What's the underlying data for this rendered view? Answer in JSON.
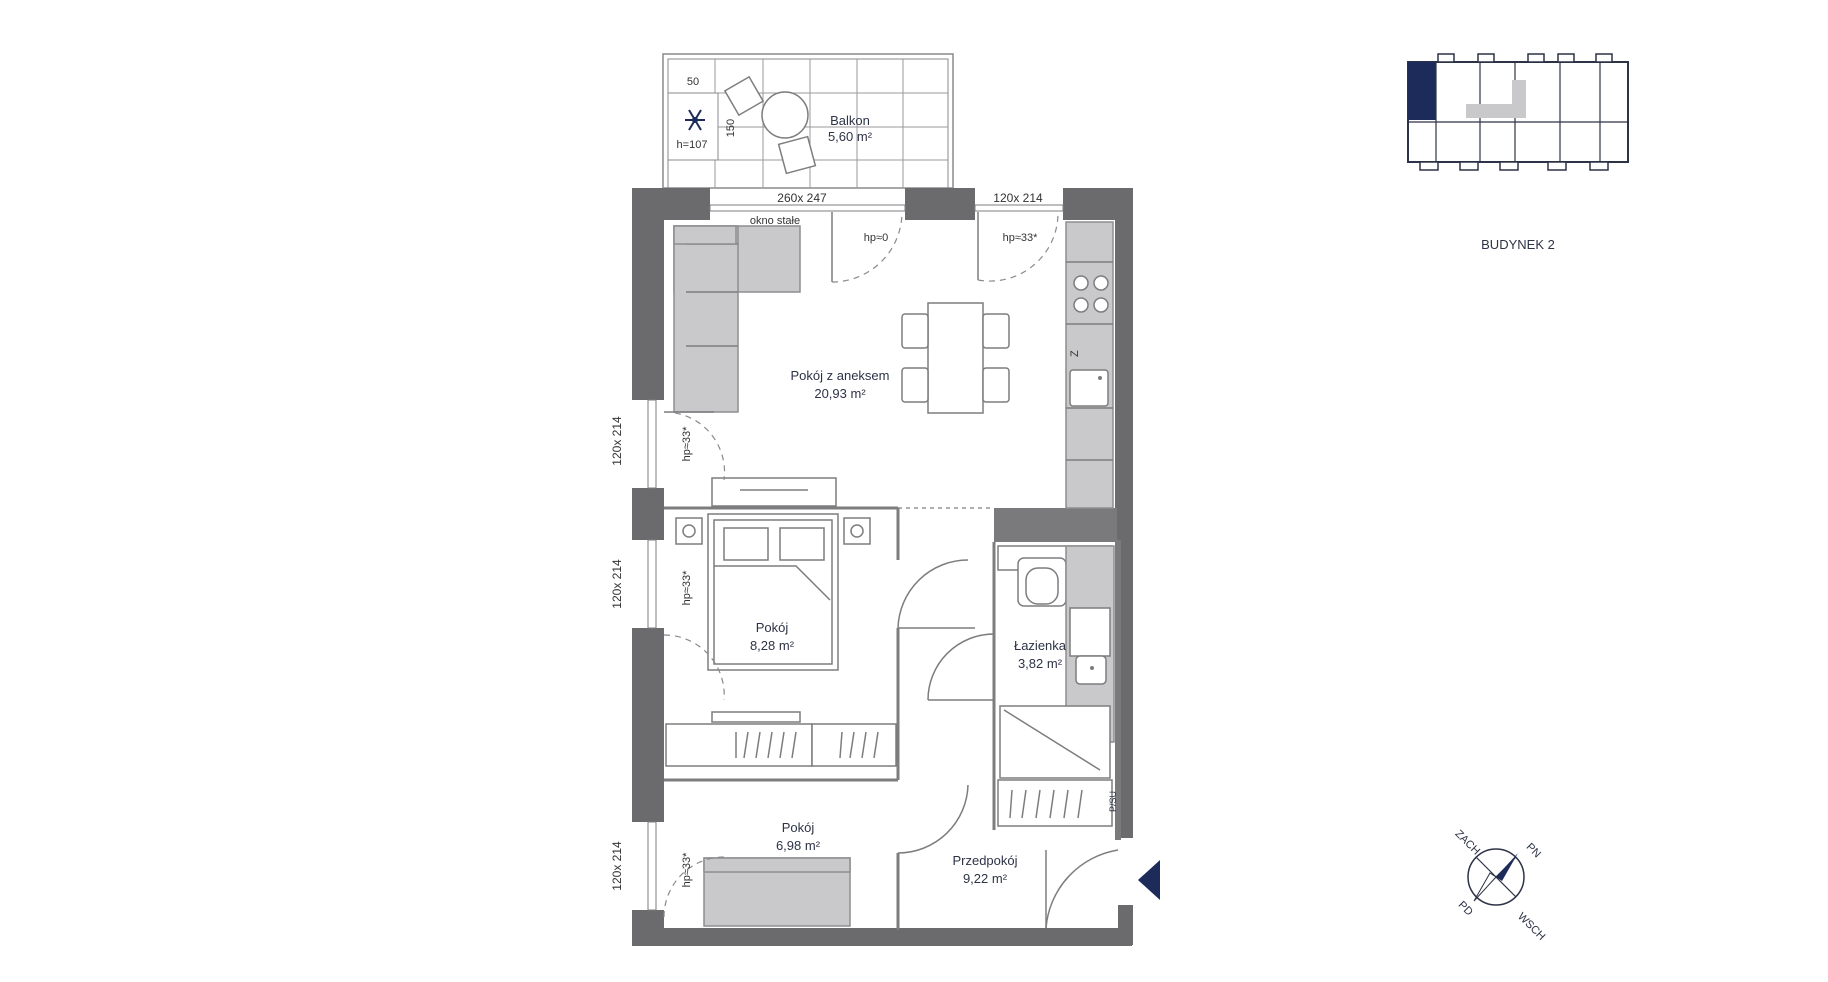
{
  "rooms": {
    "living": {
      "name": "Pokój z aneksem",
      "area": "20,93 m²"
    },
    "bedroom": {
      "name": "Pokój",
      "area": "8,28 m²"
    },
    "room2": {
      "name": "Pokój",
      "area": "6,98 m²"
    },
    "bathroom": {
      "name": "Łazienka",
      "area": "3,82 m²"
    },
    "hall": {
      "name": "Przedpokój",
      "area": "9,22 m²"
    },
    "balcony": {
      "name": "Balkon",
      "area": "5,60 m²"
    }
  },
  "dimensions": {
    "balcony_window": "260x 247",
    "window_right": "120x 214",
    "window_west_1": "120x 214",
    "window_west_2": "120x 214",
    "window_west_3": "120x 214",
    "fixed_window": "okno stałe",
    "sill_zero": "hp≈0",
    "sill_top": "hp≈33*",
    "sill_w1": "hp≈33*",
    "sill_w2": "hp≈33*",
    "sill_w3": "hp≈33*",
    "balcony_50": "50",
    "balcony_150": "150",
    "balcony_height": "h=107"
  },
  "labels": {
    "fridge": "Z",
    "washer": "P/SU",
    "building": "BUDYNEK 2"
  },
  "compass": {
    "north": "PN",
    "west": "ZACH",
    "east": "WSCH",
    "south": "PD"
  },
  "icons": {
    "entrance": "entrance-arrow-icon",
    "ac_unit": "snowflake-icon",
    "compass": "compass-icon"
  },
  "colors": {
    "wall": "#6b6b6d",
    "accent": "#1c2b5a",
    "furniture": "#c9c9cb",
    "text": "#2d3346"
  }
}
